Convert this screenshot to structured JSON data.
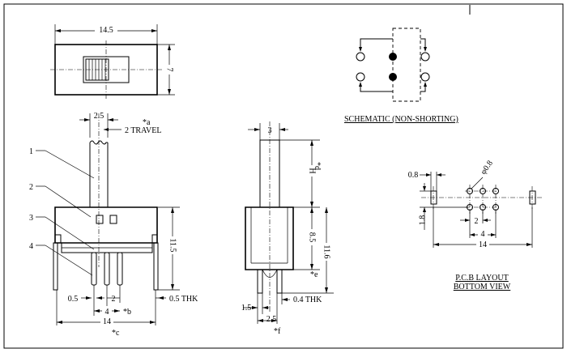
{
  "top_view": {
    "width": "14.5",
    "height": "7"
  },
  "front_view": {
    "pitch_top": "2.5",
    "note_a": "*a",
    "travel": "2 TRAVEL",
    "height_body": "11.5",
    "pin_offset": "0.5",
    "pin_pitch": "2",
    "pin_span": "4",
    "note_b": "*b",
    "thickness": "0.5 THK",
    "overall_width": "14",
    "note_c": "*c",
    "callouts": [
      "1",
      "2",
      "3",
      "4"
    ]
  },
  "side_view": {
    "top": "3",
    "lever_height": "H",
    "note_d": "*d",
    "body_height": "8.5",
    "overall": "11.6",
    "note_e": "*e",
    "pin_spacing_left": "1.5",
    "pin_spacing": "2.5",
    "thickness": "0.4 THK",
    "note_f": "*f"
  },
  "schematic": {
    "label": "SCHEMATIC (NON-SHORTING)"
  },
  "pcb": {
    "pad_offset": "0.8",
    "hole": "φ0.8",
    "row_gap": "1.8",
    "inner_pitch": "2",
    "inner_span": "4",
    "overall": "14",
    "label_line1": "P.C.B LAYOUT",
    "label_line2": "BOTTOM VIEW"
  }
}
